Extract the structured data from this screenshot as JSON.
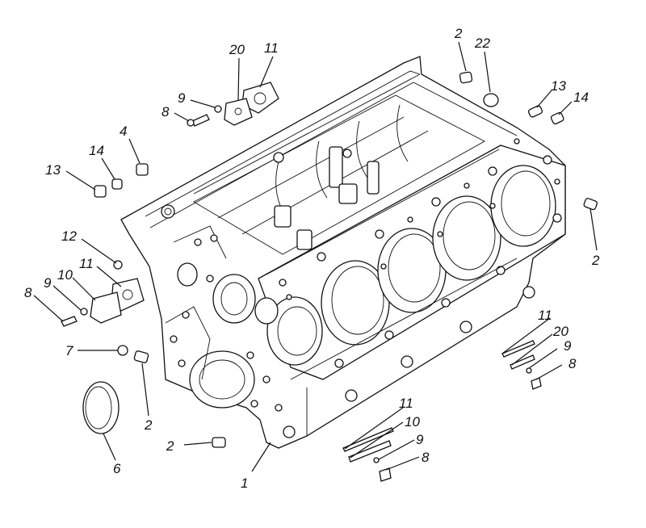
{
  "diagram": {
    "callouts": [
      {
        "id": "c-2-top",
        "text": "2"
      },
      {
        "id": "c-22",
        "text": "22"
      },
      {
        "id": "c-20-top",
        "text": "20"
      },
      {
        "id": "c-11-top",
        "text": "11"
      },
      {
        "id": "c-9-top",
        "text": "9"
      },
      {
        "id": "c-8-top",
        "text": "8"
      },
      {
        "id": "c-13-right",
        "text": "13"
      },
      {
        "id": "c-14-right",
        "text": "14"
      },
      {
        "id": "c-4",
        "text": "4"
      },
      {
        "id": "c-14-left",
        "text": "14"
      },
      {
        "id": "c-13-left",
        "text": "13"
      },
      {
        "id": "c-2-right",
        "text": "2"
      },
      {
        "id": "c-12",
        "text": "12"
      },
      {
        "id": "c-11-left",
        "text": "11"
      },
      {
        "id": "c-10-left",
        "text": "10"
      },
      {
        "id": "c-9-left",
        "text": "9"
      },
      {
        "id": "c-8-left",
        "text": "8"
      },
      {
        "id": "c-7",
        "text": "7"
      },
      {
        "id": "c-11-mid",
        "text": "11"
      },
      {
        "id": "c-20-mid",
        "text": "20"
      },
      {
        "id": "c-9-mid",
        "text": "9"
      },
      {
        "id": "c-8-mid",
        "text": "8"
      },
      {
        "id": "c-2-lower",
        "text": "2"
      },
      {
        "id": "c-11-bottom",
        "text": "11"
      },
      {
        "id": "c-10-bottom",
        "text": "10"
      },
      {
        "id": "c-9-bottom",
        "text": "9"
      },
      {
        "id": "c-8-bottom",
        "text": "8"
      },
      {
        "id": "c-2-bottom",
        "text": "2"
      },
      {
        "id": "c-6",
        "text": "6"
      },
      {
        "id": "c-1",
        "text": "1"
      }
    ]
  }
}
